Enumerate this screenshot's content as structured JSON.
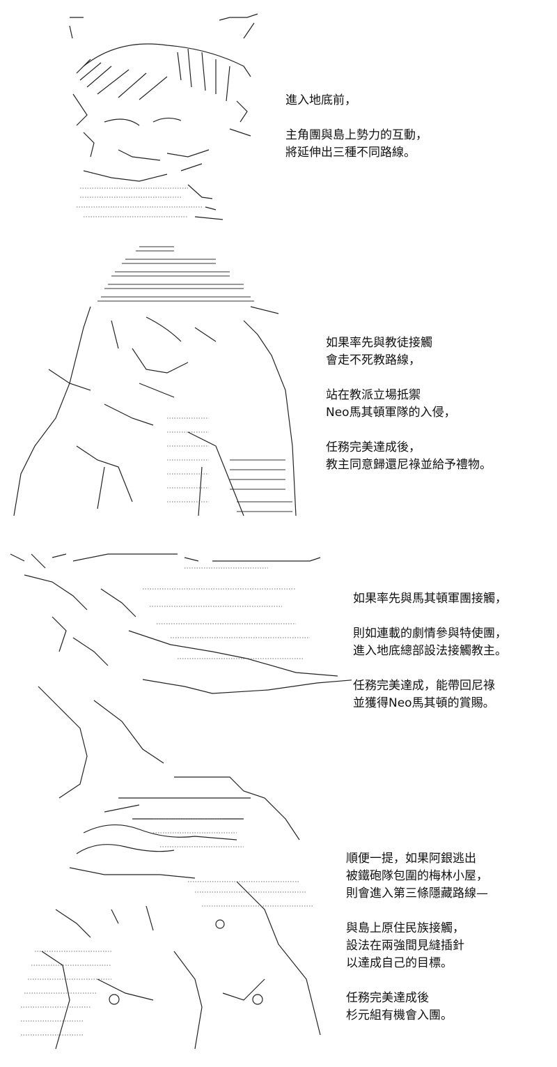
{
  "panels": [
    {
      "lines": [
        "進入地底前，",
        "",
        "主角團與島上勢力的互動，",
        "將延伸出三種不同路線。"
      ]
    },
    {
      "lines": [
        "如果率先與教徒接觸",
        "會走不死教路線，",
        "",
        "站在教派立場抵禦",
        "Neo馬其頓軍隊的入侵，",
        "",
        "任務完美達成後，",
        "教主同意歸還尼祿並給予禮物。"
      ]
    },
    {
      "lines": [
        "如果率先與馬其頓軍團接觸，",
        "",
        "則如連載的劇情參與特使團，",
        "進入地底總部設法接觸教主。",
        "",
        "",
        "任務完美達成，能帶回尼祿",
        "並獲得Neo馬其頓的賞賜。"
      ]
    },
    {
      "lines": [
        "順便一提，如果阿銀逃出",
        "被鐵砲隊包圍的梅林小屋，",
        "則會進入第三條隱藏路線—",
        "",
        "與島上原住民族接觸，",
        "設法在兩強間見縫插針",
        "以達成自己的目標。",
        "",
        "任務完美達成後",
        "杉元組有機會入團。"
      ]
    }
  ]
}
